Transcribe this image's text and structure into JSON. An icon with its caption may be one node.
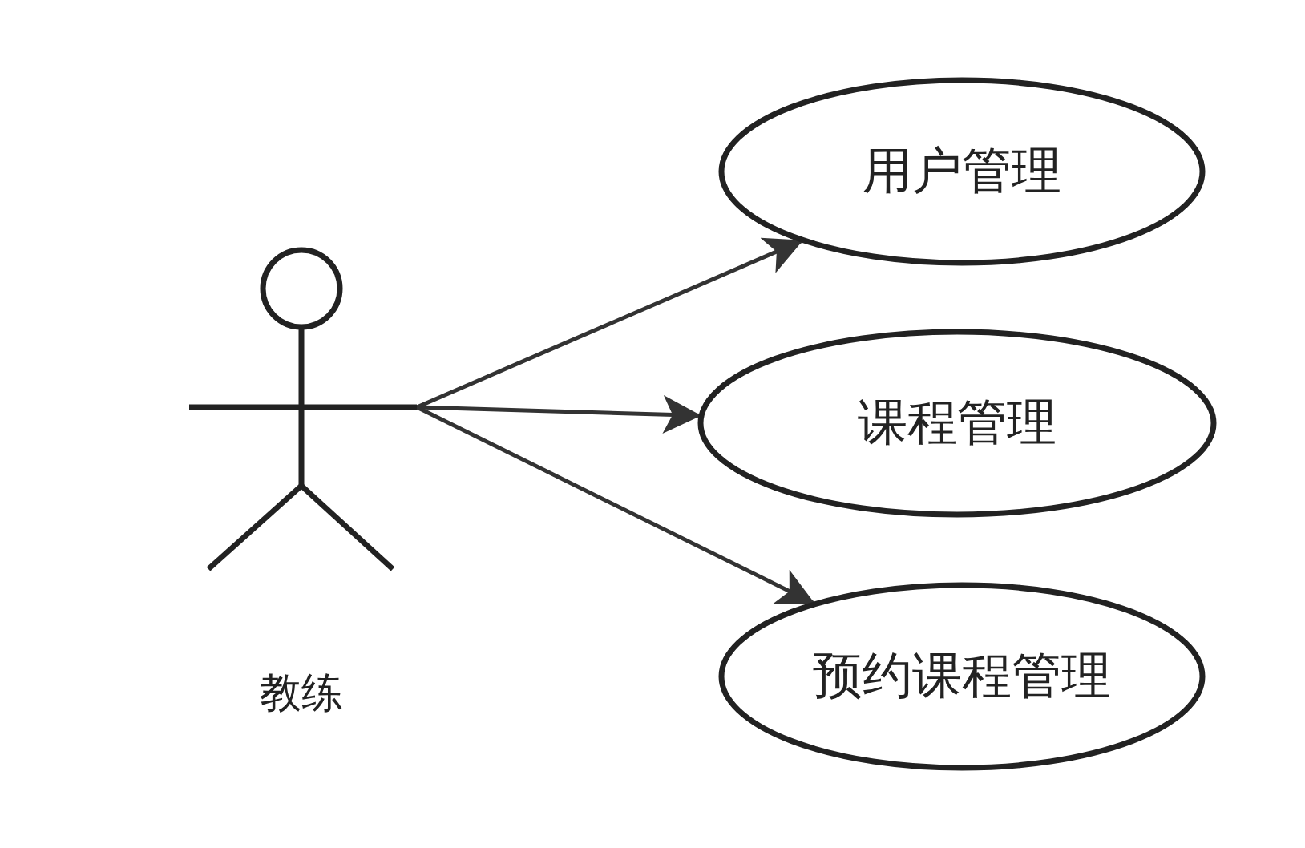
{
  "diagram": {
    "nodes": [
      {
        "text": [
          "教练"
        ]
      },
      {
        "text": [
          "用户管理"
        ]
      },
      {
        "text": [
          "课程管理"
        ]
      },
      {
        "text": [
          "预约课程管理"
        ]
      }
    ],
    "edges": [
      {
        "from": 0,
        "to": 1,
        "arrow": "to"
      },
      {
        "from": 0,
        "to": 2,
        "arrow": "to"
      },
      {
        "from": 0,
        "to": 3,
        "arrow": "to"
      }
    ]
  }
}
